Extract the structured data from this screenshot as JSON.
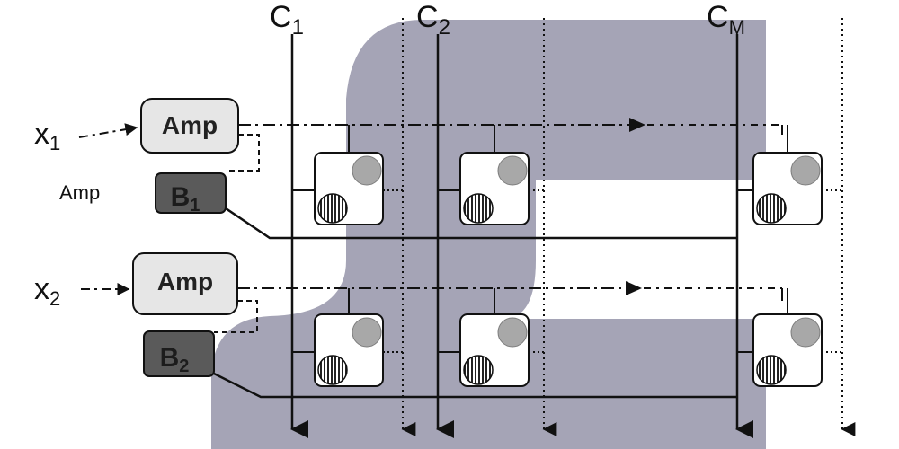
{
  "columns": [
    {
      "name": "C",
      "sub": "1"
    },
    {
      "name": "C",
      "sub": "2"
    },
    {
      "name": "C",
      "sub": "M"
    }
  ],
  "inputs": [
    {
      "name": "x",
      "sub": "1"
    },
    {
      "name": "x",
      "sub": "2"
    }
  ],
  "amp_label": "Amp",
  "amp_side_label": "Amp",
  "bias_blocks": [
    {
      "name": "B",
      "sub": "1"
    },
    {
      "name": "B",
      "sub": "2"
    }
  ],
  "colors": {
    "overlay": "#9d9cb0",
    "amp_fill": "#e6e6e6",
    "bias_fill": "#5a5a5a",
    "bias_text": "#1c1c1c",
    "line": "#111111"
  }
}
